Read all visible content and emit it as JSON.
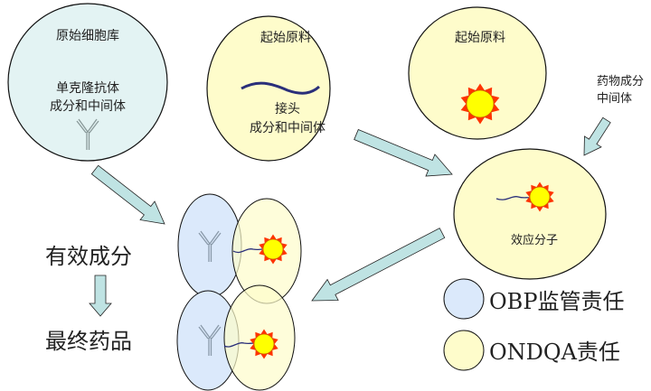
{
  "circles": {
    "cell_bank": {
      "title": "原始细胞库",
      "line1": "单克隆抗体",
      "line2": "成分和中间体"
    },
    "linker": {
      "title": "起始原料",
      "line1": "接头",
      "line2": "成分和中间体"
    },
    "drug_start": {
      "title": "起始原料"
    },
    "effector": {
      "label": "效应分子"
    }
  },
  "drug_intermediate": {
    "line1": "药物成分",
    "line2": "中间体"
  },
  "flow": {
    "active_ingredient": "有效成分",
    "final_product": "最终药品"
  },
  "legend": {
    "obp": {
      "label": "OBP监管责任",
      "color": "#dbe9fb"
    },
    "ondqa": {
      "label": "ONDQA责任",
      "color": "#fefccb"
    }
  },
  "colors": {
    "arrow": "#bfe3e3",
    "cyan_circle": "#e3f3f3",
    "yellow_circle": "#fefccb",
    "sun_core": "#ffff00",
    "sun_ray": "#ff3300",
    "wave": "#2a2f7a"
  }
}
